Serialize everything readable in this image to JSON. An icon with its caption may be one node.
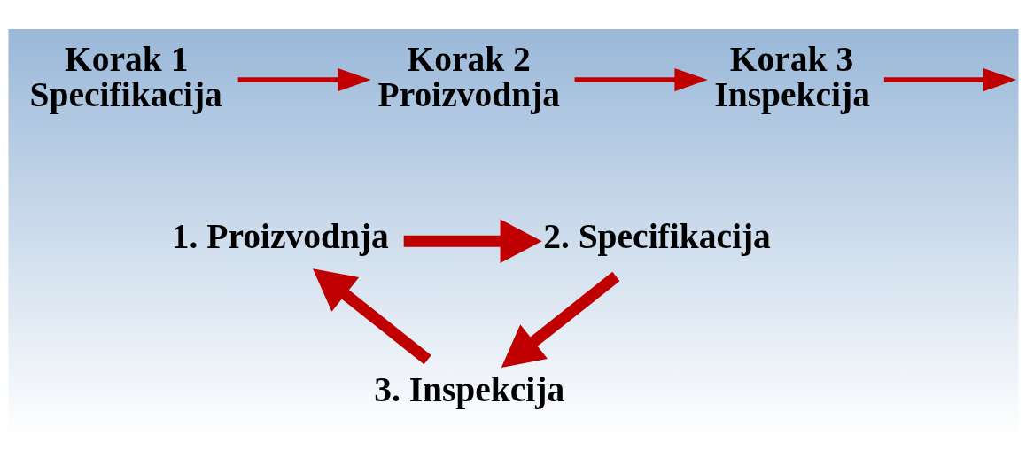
{
  "diagram": {
    "nodes": [
      {
        "text": [
          "Korak 1",
          "Specifikacija"
        ]
      },
      {
        "text": [
          "Korak 2",
          "Proizvodnja"
        ]
      },
      {
        "text": [
          "Korak 3",
          "Inspekcija"
        ]
      },
      {
        "text": [
          "1. Proizvodnja"
        ]
      },
      {
        "text": [
          "2. Specifikacija"
        ]
      },
      {
        "text": [
          "3. Inspekcija"
        ]
      }
    ],
    "edges": [
      {
        "from": 0,
        "to": 1,
        "arrow": "to"
      },
      {
        "from": 1,
        "to": 2,
        "arrow": "to"
      },
      {
        "from": 2,
        "to": null,
        "arrow": "to"
      },
      {
        "from": 3,
        "to": 4,
        "arrow": "to",
        "style": "thick"
      },
      {
        "from": 4,
        "to": 5,
        "arrow": "to",
        "style": "thick"
      },
      {
        "from": 5,
        "to": 3,
        "arrow": "to",
        "style": "thick"
      }
    ]
  }
}
